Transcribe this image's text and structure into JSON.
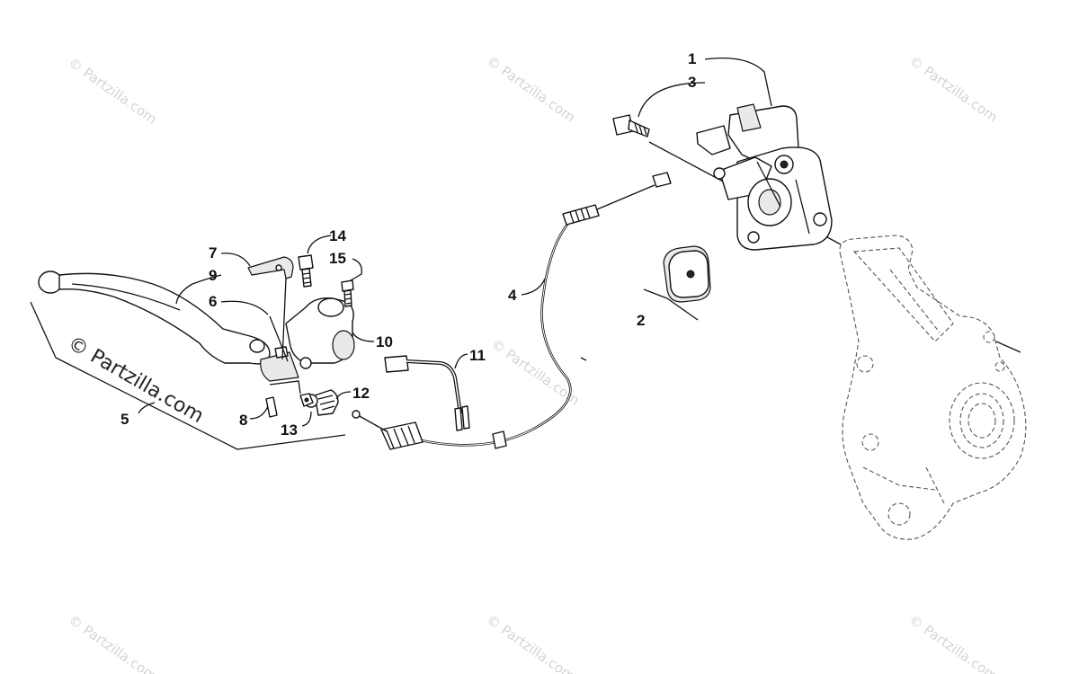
{
  "diagram": {
    "callouts": [
      {
        "id": "1",
        "label": "1"
      },
      {
        "id": "3",
        "label": "3"
      },
      {
        "id": "14",
        "label": "14"
      },
      {
        "id": "7",
        "label": "7"
      },
      {
        "id": "15",
        "label": "15"
      },
      {
        "id": "9",
        "label": "9"
      },
      {
        "id": "6",
        "label": "6"
      },
      {
        "id": "10",
        "label": "10"
      },
      {
        "id": "4",
        "label": "4"
      },
      {
        "id": "2",
        "label": "2"
      },
      {
        "id": "11",
        "label": "11"
      },
      {
        "id": "12",
        "label": "12"
      },
      {
        "id": "5",
        "label": "5"
      },
      {
        "id": "8",
        "label": "8"
      },
      {
        "id": "13",
        "label": "13"
      }
    ]
  },
  "watermarks": {
    "main": "© Partzilla.com",
    "faint": "© Partzilla.com"
  }
}
